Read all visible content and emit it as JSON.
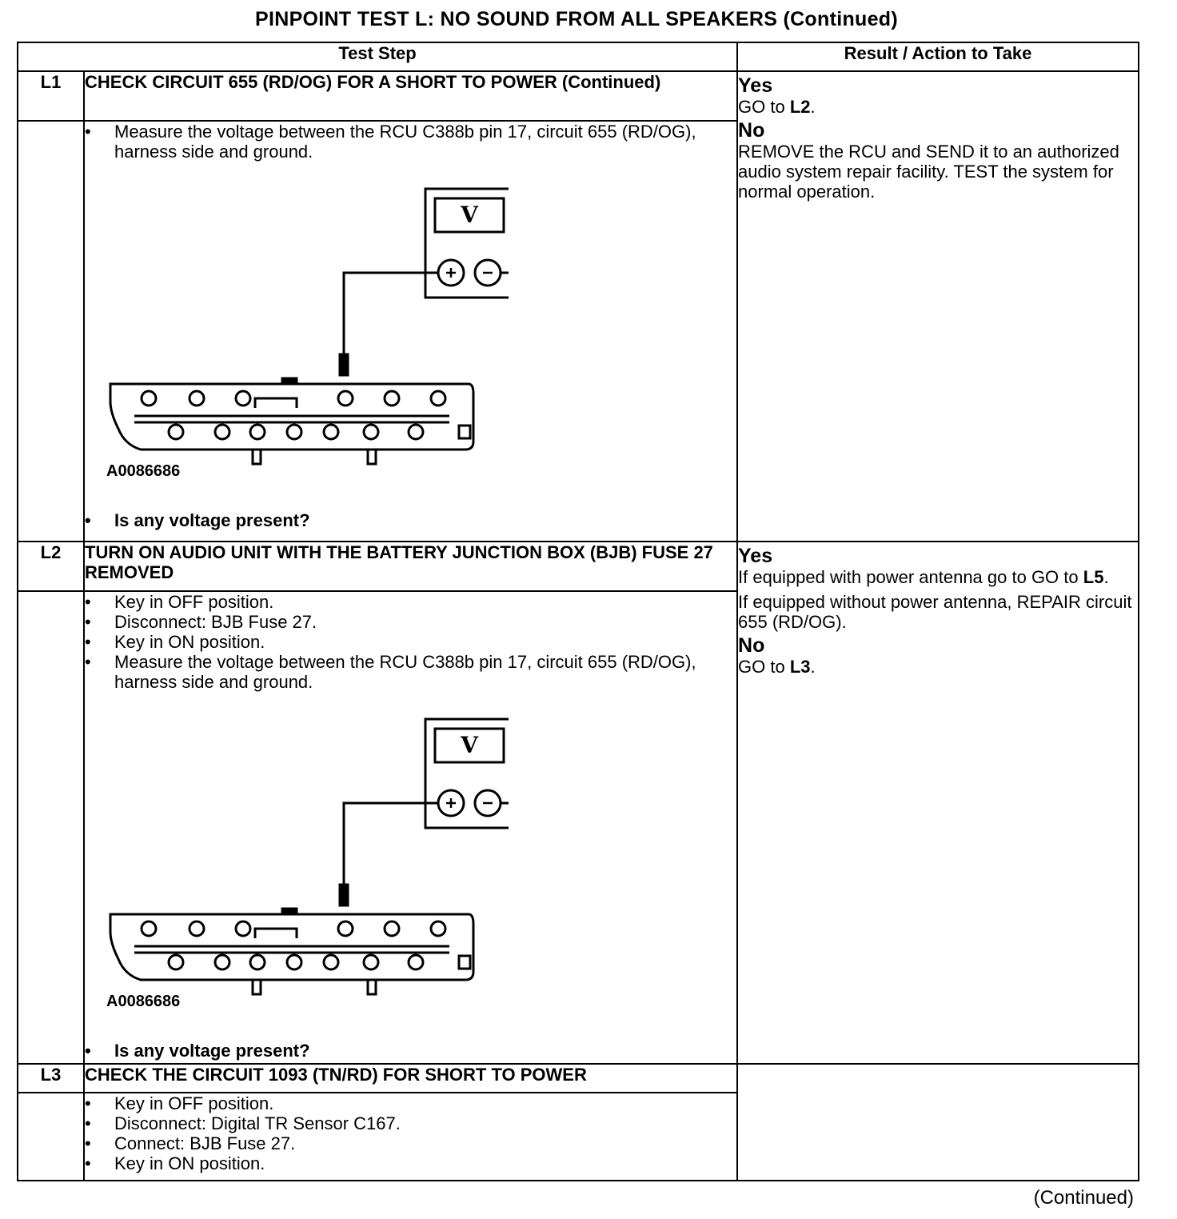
{
  "title": "PINPOINT TEST L: NO SOUND FROM ALL SPEAKERS (Continued)",
  "header": {
    "test_step": "Test Step",
    "result_action": "Result / Action to Take"
  },
  "steps": [
    {
      "id": "L1",
      "title": "CHECK CIRCUIT 655 (RD/OG) FOR A SHORT TO POWER (Continued)",
      "instructions": [
        "Measure the voltage between the RCU C388b pin 17, circuit 655 (RD/OG), harness side and ground."
      ],
      "figure_id": "A0086686",
      "meter_symbol": "V",
      "question": "Is any voltage present?",
      "results": {
        "yes_label": "Yes",
        "yes_text_prefix": "GO to ",
        "yes_target": "L2",
        "yes_text_suffix": ".",
        "no_label": "No",
        "no_text": "REMOVE the RCU and SEND it to an authorized audio system repair facility. TEST the system for normal operation."
      }
    },
    {
      "id": "L2",
      "title": "TURN ON AUDIO UNIT WITH THE BATTERY JUNCTION BOX (BJB) FUSE 27 REMOVED",
      "instructions": [
        "Key in OFF position.",
        "Disconnect: BJB Fuse 27.",
        "Key in ON position.",
        "Measure the voltage between the RCU C388b pin 17, circuit 655 (RD/OG), harness side and ground."
      ],
      "figure_id": "A0086686",
      "meter_symbol": "V",
      "question": "Is any voltage present?",
      "results": {
        "yes_label": "Yes",
        "yes_text_1_prefix": "If equipped with power antenna go to GO to ",
        "yes_target": "L5",
        "yes_text_1_suffix": ".",
        "yes_text_2": "If equipped without power antenna, REPAIR circuit 655 (RD/OG).",
        "no_label": "No",
        "no_text_prefix": "GO to ",
        "no_target": "L3",
        "no_text_suffix": "."
      }
    },
    {
      "id": "L3",
      "title": "CHECK THE CIRCUIT 1093 (TN/RD) FOR SHORT TO POWER",
      "instructions": [
        "Key in OFF position.",
        "Disconnect: Digital TR Sensor C167.",
        "Connect: BJB Fuse 27.",
        "Key in ON position."
      ]
    }
  ],
  "footer": {
    "continued": "(Continued)"
  }
}
